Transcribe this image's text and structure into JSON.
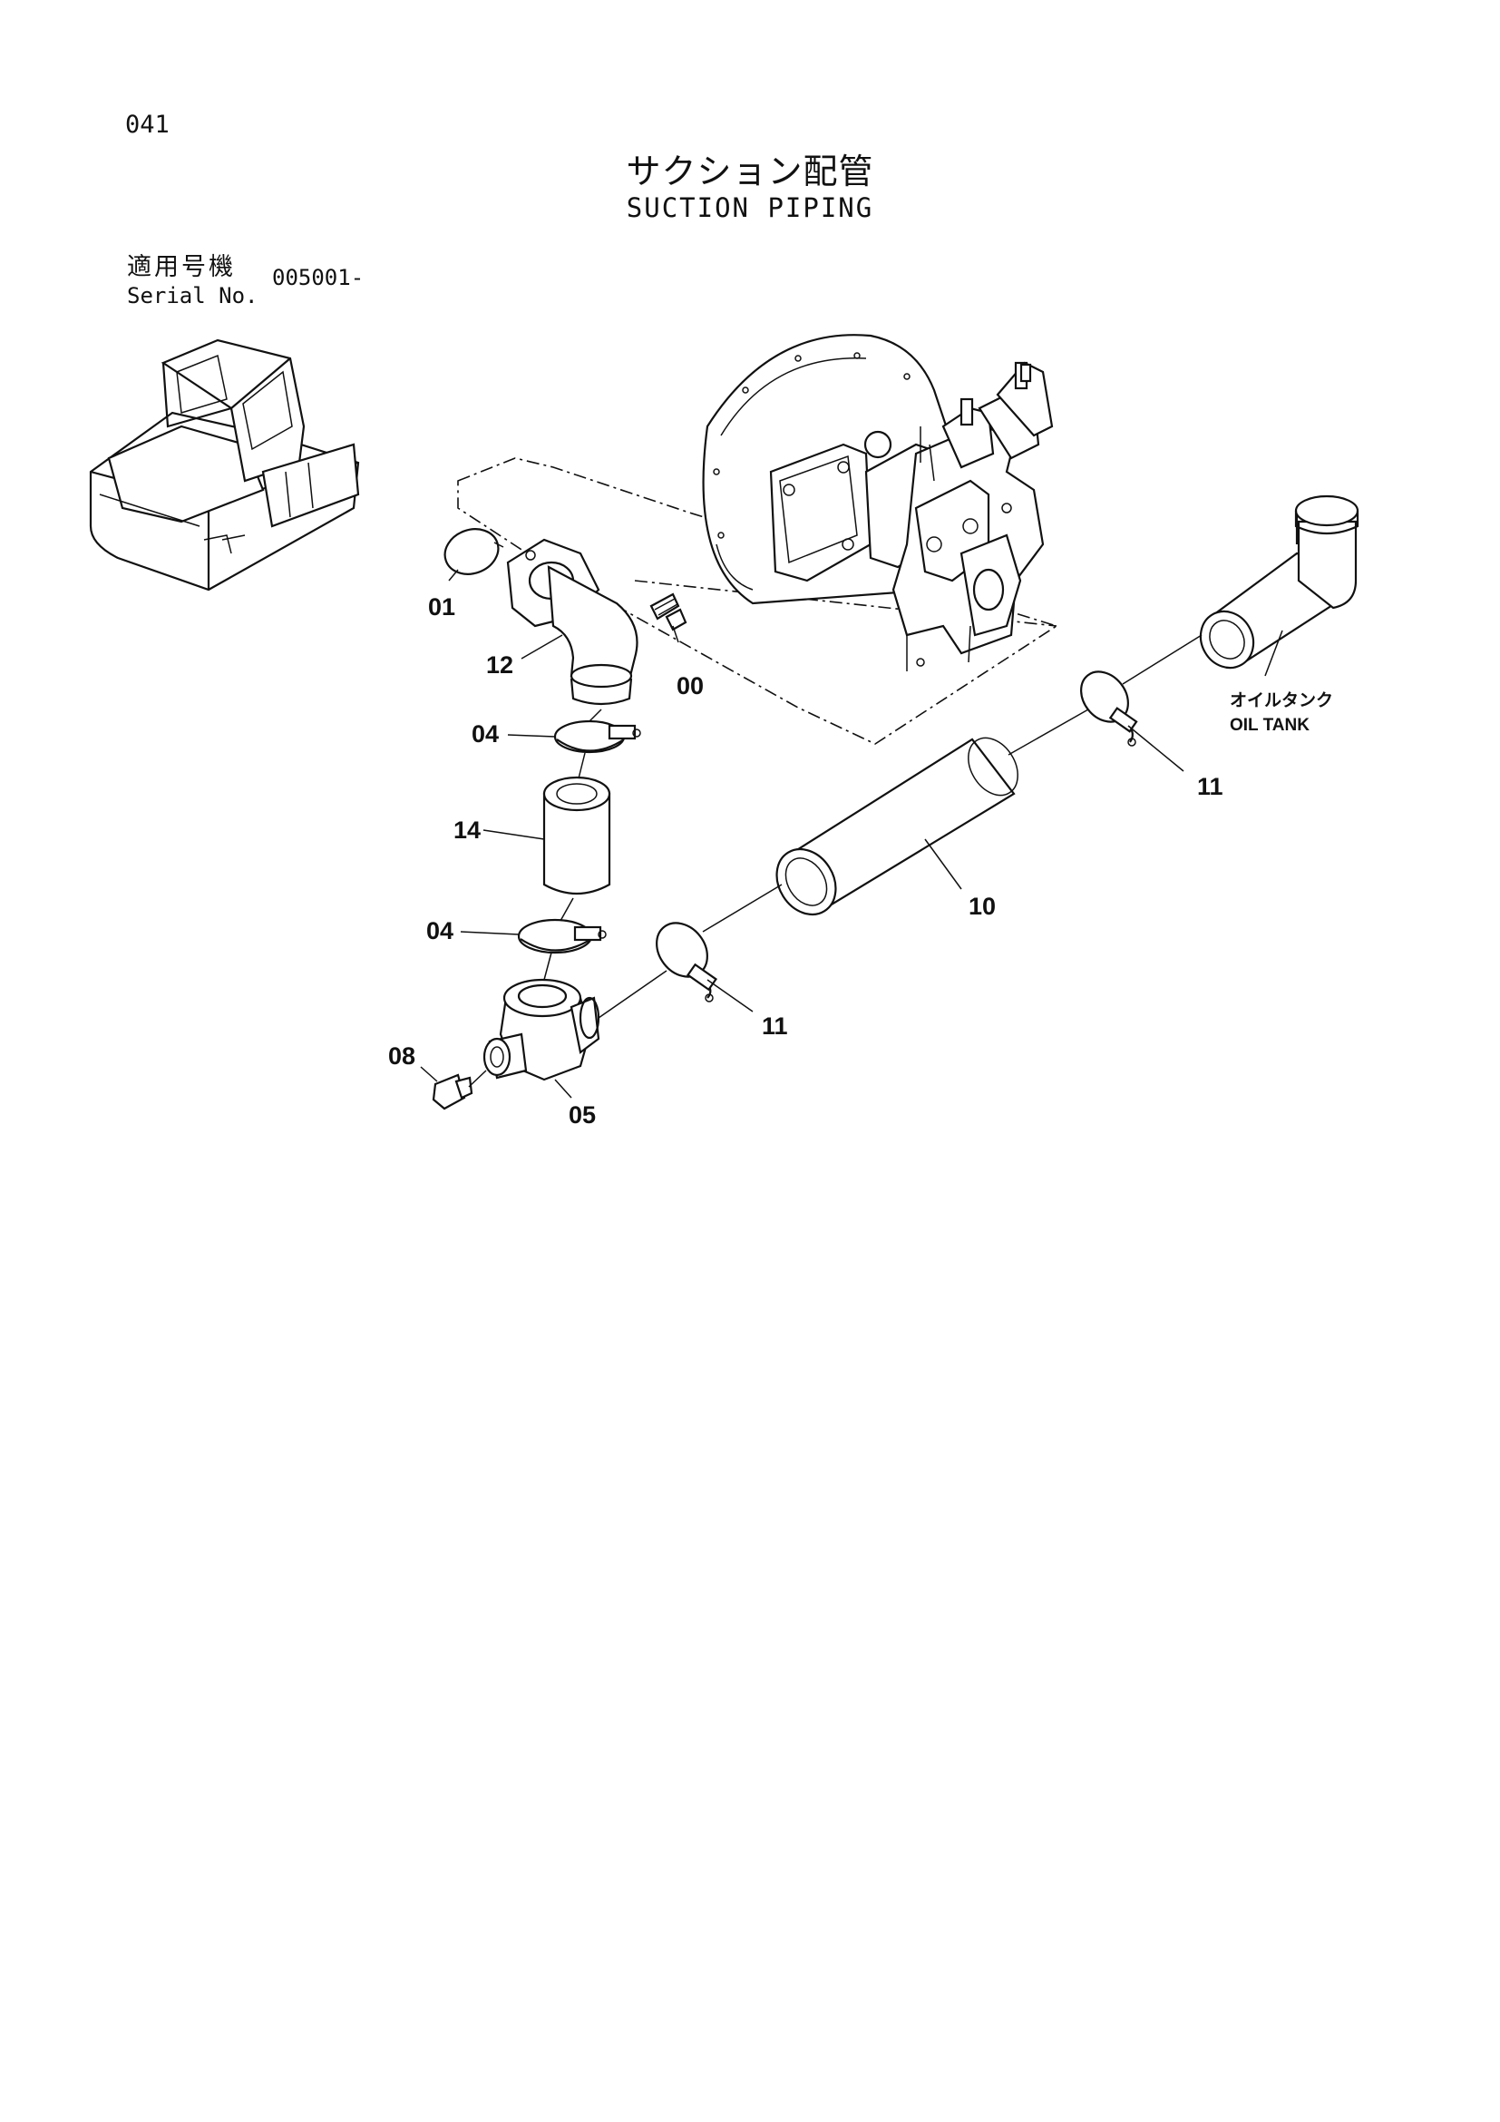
{
  "header": {
    "page_number": "041",
    "title_jp": "サクション配管",
    "title_en": "SUCTION PIPING",
    "serial_label_jp": "適用号機",
    "serial_label_en": "Serial No.",
    "serial_value": "005001-"
  },
  "diagram": {
    "oil_tank_label_jp": "オイルタンク",
    "oil_tank_label_en": "OIL TANK",
    "callouts": {
      "c01": "01",
      "c12": "12",
      "c00": "00",
      "c04a": "04",
      "c14": "14",
      "c04b": "04",
      "c08": "08",
      "c05": "05",
      "c10": "10",
      "c11a": "11",
      "c11b": "11"
    }
  }
}
